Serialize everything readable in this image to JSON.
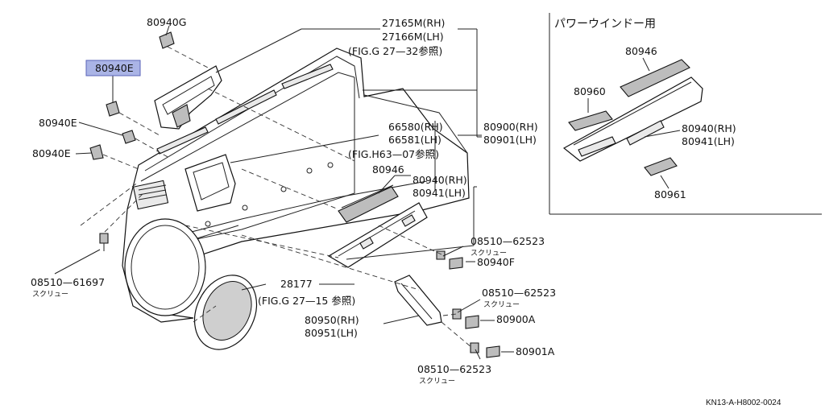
{
  "diagram": {
    "power_window_title": "パワーウインドー用",
    "footer_code": "KN13-A-H8002-0024",
    "highlighted_part": "80940E",
    "colors": {
      "highlight": "#aab4e6",
      "line": "#222222"
    },
    "labels": {
      "p80940G": "80940G",
      "p80940E_hl": "80940E",
      "p80940E_a": "80940E",
      "p80940E_b": "80940E",
      "p27165M": "27165M(RH)",
      "p27166M": "27166M(LH)",
      "figG2732": "(FIG.G 27—32参照)",
      "p66580": "66580(RH)",
      "p66581": "66581(LH)",
      "p80900": "80900(RH)",
      "p80901": "80901(LH)",
      "figH6307": "(FIG.H63—07参照)",
      "p80946": "80946",
      "p80940rh": "80940(RH)",
      "p80941lh": "80941(LH)",
      "p08510_a": "08510—62523",
      "screw_a": "スクリュー",
      "p80940F": "80940F",
      "p08510_b": "08510—61697",
      "screw_b": "スクリュー",
      "p28177": "28177",
      "figG2715": "(FIG.G 27—15 参照)",
      "p08510_c": "08510—62523",
      "screw_c": "スクリュー",
      "p80900A": "80900A",
      "p80950": "80950(RH)",
      "p80951": "80951(LH)",
      "p80901A": "80901A",
      "p08510_d": "08510—62523",
      "screw_d": "スクリュー",
      "pw80946": "80946",
      "pw80960": "80960",
      "pw80940rh": "80940(RH)",
      "pw80941lh": "80941(LH)",
      "pw80961": "80961"
    }
  }
}
